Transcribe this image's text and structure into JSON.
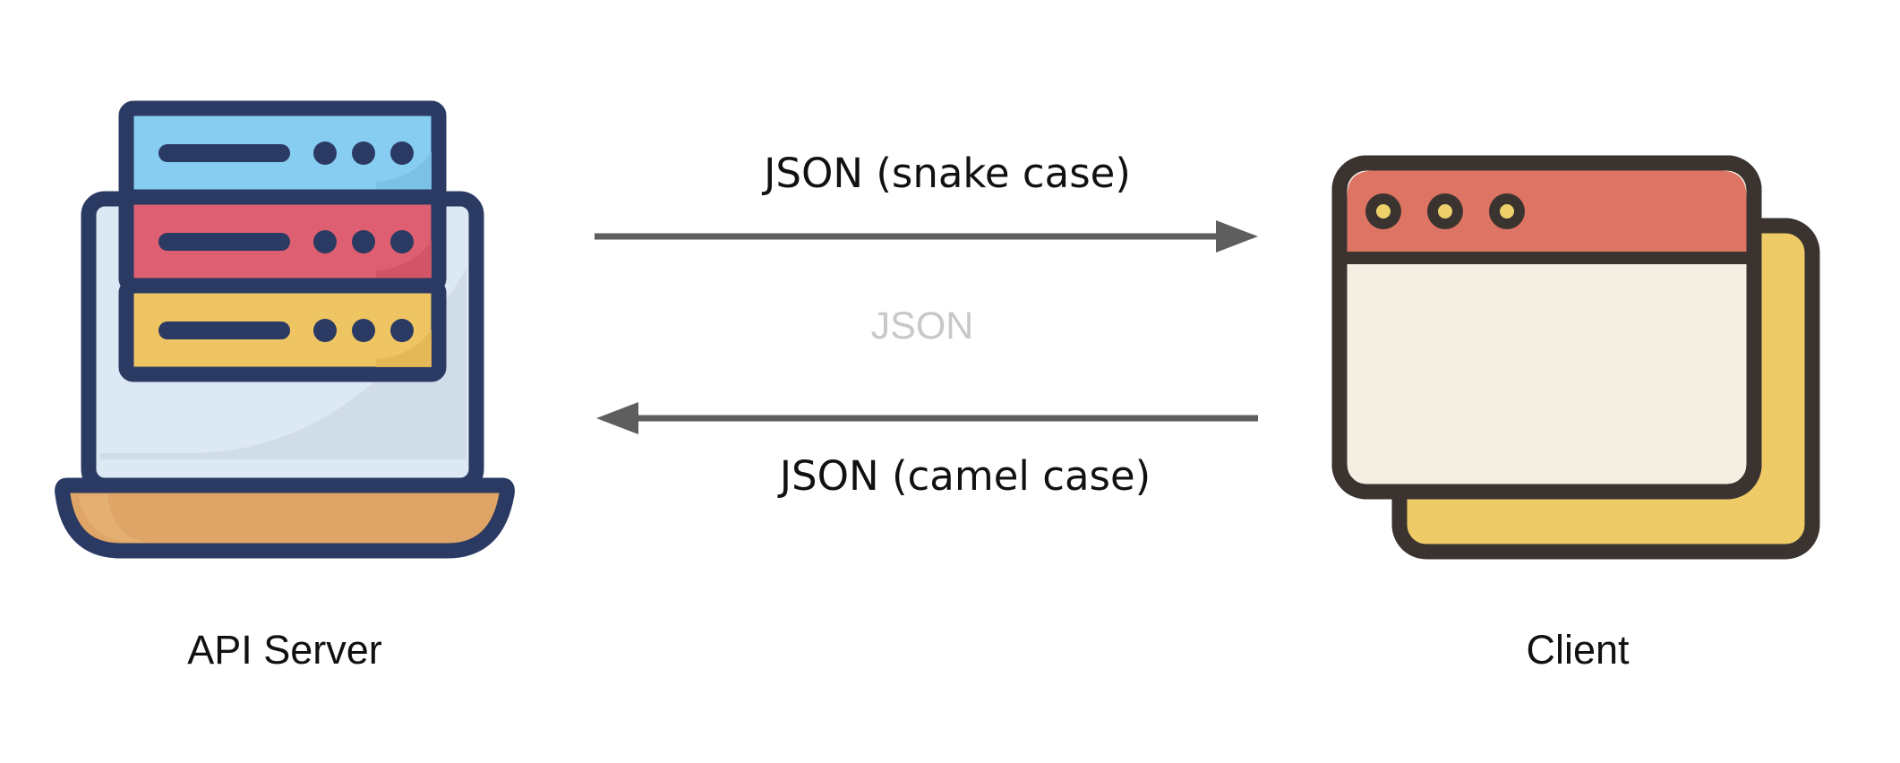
{
  "nodes": {
    "server": {
      "label": "API Server",
      "icon": "server-stack-icon"
    },
    "client": {
      "label": "Client",
      "icon": "browser-windows-icon"
    }
  },
  "edges": {
    "request": {
      "label": "JSON (snake case)",
      "from": "API Server",
      "to": "Client"
    },
    "middle": {
      "label": "JSON"
    },
    "response": {
      "label": "JSON (camel case)",
      "from": "Client",
      "to": "API Server"
    }
  },
  "colors": {
    "outline": "#2b3a63",
    "rack_blue": "#87cdf2",
    "rack_red": "#de5f71",
    "rack_yellow": "#efc564",
    "laptop_screen": "#dde8f5",
    "laptop_base": "#dea566",
    "window_outline": "#3a3330",
    "window_titlebar": "#de7564",
    "window_body": "#f3efe3",
    "window_back": "#eecb66",
    "window_dot": "#eed06a",
    "arrow": "#5e5e5e",
    "faded_text": "#c8c8c8"
  }
}
